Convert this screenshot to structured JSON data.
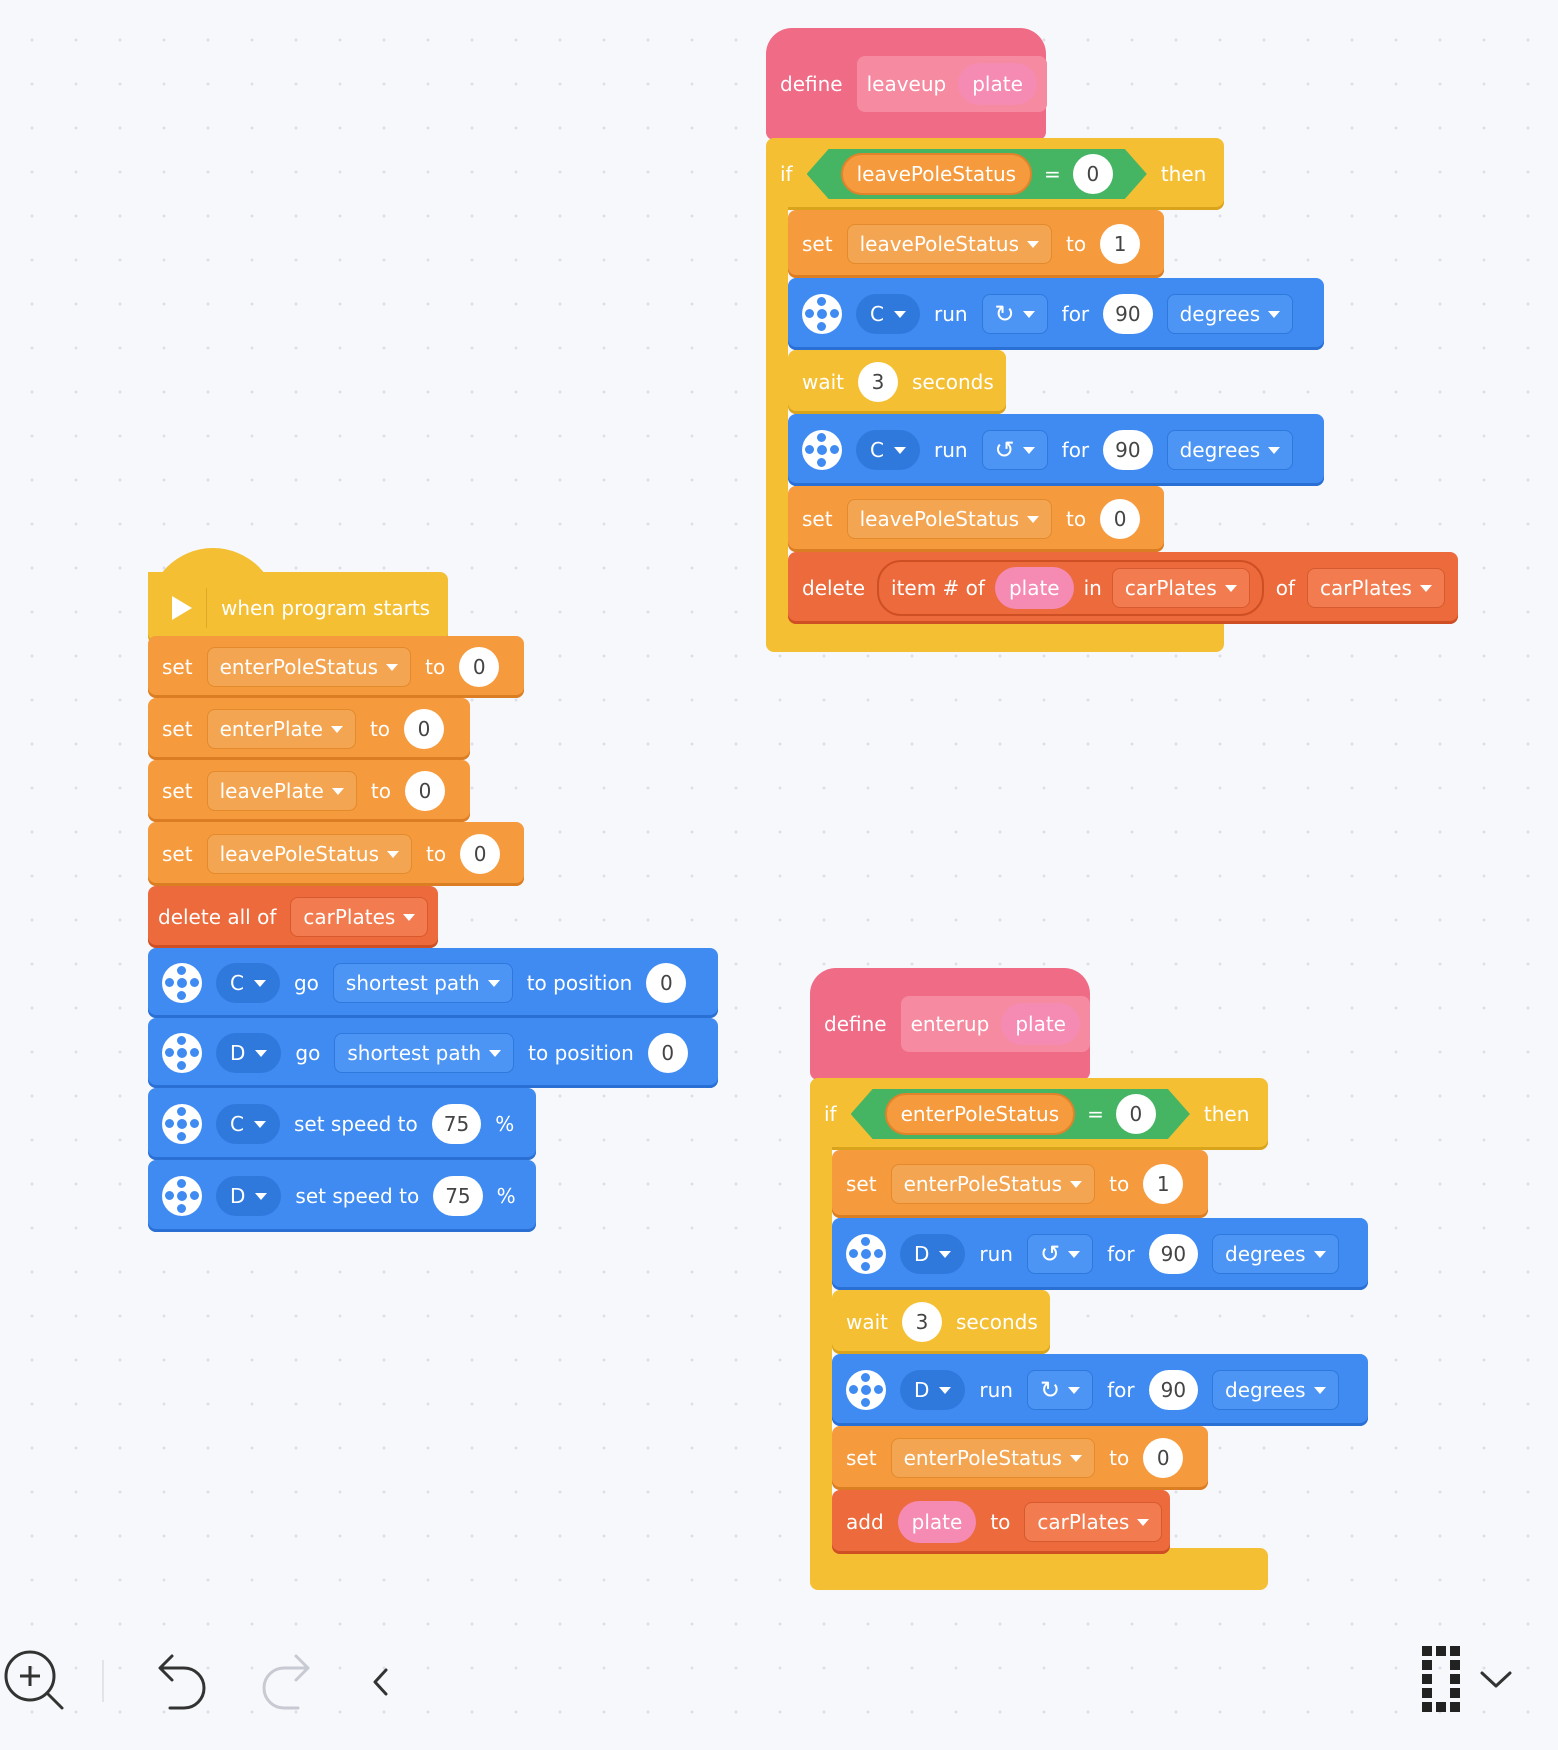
{
  "kw": {
    "define": "define",
    "if": "if",
    "then": "then",
    "set": "set",
    "to": "to",
    "run": "run",
    "for": "for",
    "degrees": "degrees",
    "wait": "wait",
    "seconds": "seconds",
    "delete": "delete",
    "item_of": "item # of",
    "in": "in",
    "of": "of",
    "go": "go",
    "shortest_path": "shortest path",
    "to_position": "to position",
    "set_speed_to": "set speed to",
    "percent": "%",
    "delete_all_of": "delete all of",
    "add": "add",
    "when_program_starts": "when program starts",
    "eq": "="
  },
  "vars": {
    "leavePoleStatus": "leavePoleStatus",
    "enterPoleStatus": "enterPoleStatus",
    "enterPlate": "enterPlate",
    "leavePlate": "leavePlate",
    "carPlates": "carPlates",
    "plate": "plate"
  },
  "defs": {
    "leaveup": "leaveup",
    "enterup": "enterup"
  },
  "ports": {
    "C": "C",
    "D": "D"
  },
  "values": {
    "zero": "0",
    "one": "1",
    "ninety": "90",
    "three": "3",
    "seventy_five": "75"
  },
  "colors": {
    "orange": "#f59a3d",
    "red": "#ec6a3c",
    "yellow": "#f4bf33",
    "blue": "#3f8bf2",
    "pink": "#f06b86",
    "green": "#45b564"
  },
  "icons": [
    "play-icon",
    "motor-icon",
    "clockwise-icon",
    "counterclockwise-icon",
    "caret-down-icon",
    "zoom-in-icon",
    "undo-icon",
    "redo-icon",
    "chevron-left-icon",
    "grid-icon",
    "chevron-down-icon"
  ]
}
